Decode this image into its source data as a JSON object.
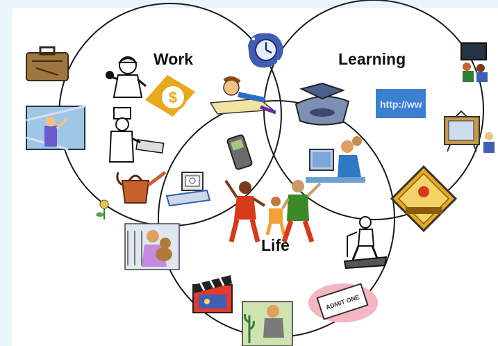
{
  "diagram": {
    "sets": {
      "work": "Work",
      "learning": "Learning",
      "life": "Life"
    },
    "texts": {
      "http": "http://ww",
      "admit_one": "ADMIT ONE"
    },
    "colors": {
      "background": "#eaf4fb",
      "panel": "#ffffff",
      "circle_stroke": "#1a1a1a"
    },
    "clipart": [
      "briefcase-icon",
      "worker-icon",
      "window-washer-icon",
      "chef-icon",
      "dollar-icon",
      "sleeping-worker-icon",
      "clock-icon",
      "watering-can-icon",
      "flower-icon",
      "mobile-phone-icon",
      "computer-desk-icon",
      "family-dancing-icon",
      "graduation-cap-icon",
      "http-sign-icon",
      "computer-user-icon",
      "classroom-icon",
      "television-icon",
      "caution-sign-icon",
      "pet-owner-icon",
      "treadmill-icon",
      "movie-clapper-icon",
      "admit-one-ticket-icon",
      "gardener-icon"
    ]
  }
}
